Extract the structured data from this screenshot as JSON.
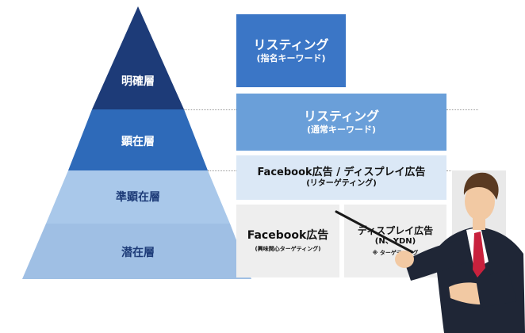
{
  "colors": {
    "tier1": "#1d3b78",
    "tier2": "#2e6ab9",
    "tier3": "#a9c8ea",
    "tier4": "#9fbfe4",
    "box1": "#3b76c6",
    "box2": "#6a9fd9",
    "box3": "#dbe8f6",
    "box4": "#eeeeee"
  },
  "pyramid": {
    "tiers": [
      {
        "label": "明確層"
      },
      {
        "label": "顕在層"
      },
      {
        "label": "準顕在層"
      },
      {
        "label": "潜在層"
      }
    ]
  },
  "boxes": {
    "listing_branded": {
      "title": "リスティング",
      "subtitle": "(指名キーワード)"
    },
    "listing_general": {
      "title": "リスティング",
      "subtitle": "(通常キーワード)"
    },
    "retargeting": {
      "title": "Facebook広告 / ディスプレイ広告",
      "subtitle": "(リターゲティング)"
    },
    "facebook_interest": {
      "title": "Facebook広告",
      "subtitle": "(興味関心ターゲティング)"
    },
    "display": {
      "title": "ディスプレイ広告",
      "subtitle": "(N、YDN)",
      "note": "※ ターゲティング"
    }
  }
}
